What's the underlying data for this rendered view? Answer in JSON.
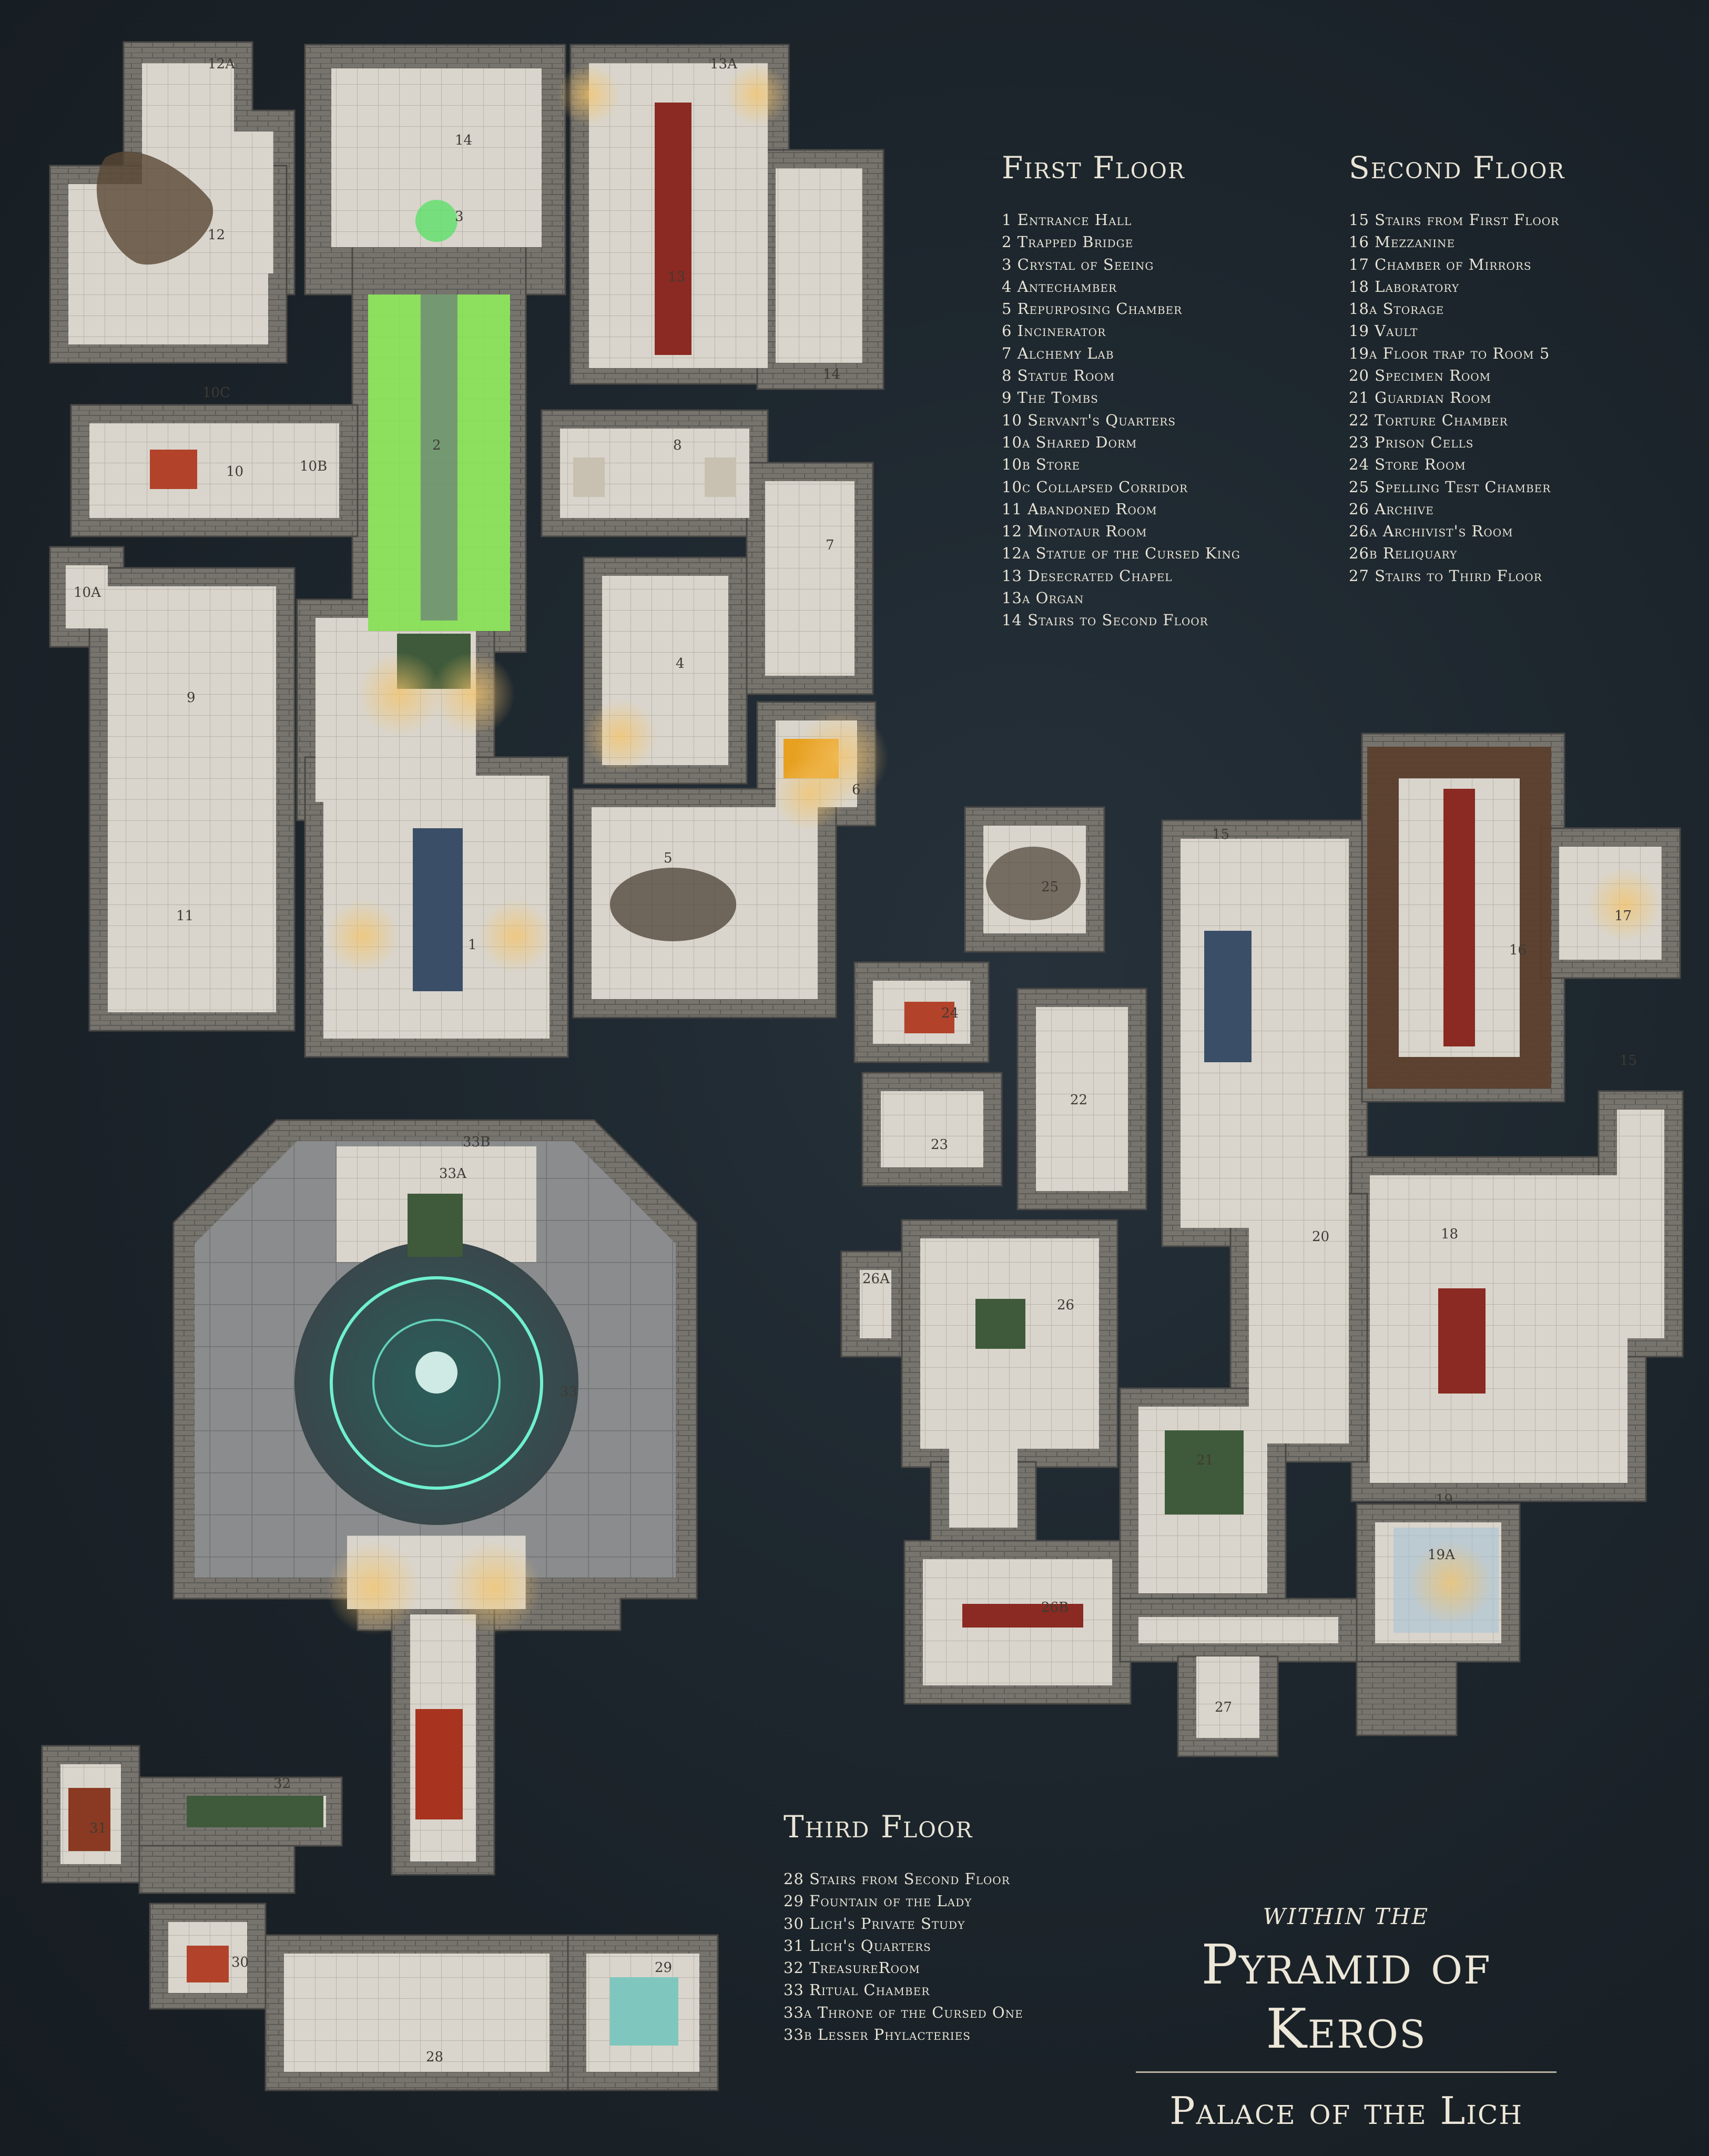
{
  "title": {
    "pre": "WITHIN THE",
    "main": "Pyramid of Keros",
    "sub": "Palace of the Lich"
  },
  "legends": {
    "first_floor": {
      "heading": "First Floor",
      "items": [
        "1 Entrance Hall",
        "2 Trapped Bridge",
        "3 Crystal of Seeing",
        "4 Antechamber",
        "5 Repurposing Chamber",
        "6 Incinerator",
        "7 Alchemy Lab",
        "8 Statue Room",
        "9 The Tombs",
        "10 Servant's Quarters",
        "10a Shared Dorm",
        "10b Store",
        "10c Collapsed Corridor",
        "11 Abandoned Room",
        "12 Minotaur Room",
        "12a Statue of the Cursed King",
        "13 Desecrated Chapel",
        "13a Organ",
        "14 Stairs to Second Floor"
      ]
    },
    "second_floor": {
      "heading": "Second Floor",
      "items": [
        "15 Stairs from First Floor",
        "16 Mezzanine",
        "17 Chamber of Mirrors",
        "18 Laboratory",
        "18a Storage",
        "19 Vault",
        "19a Floor trap to Room 5",
        "20 Specimen Room",
        "21 Guardian Room",
        "22 Torture Chamber",
        "23 Prison Cells",
        "24 Store Room",
        "25 Spelling Test Chamber",
        "26 Archive",
        "26a Archivist's Room",
        "26b Reliquary",
        "27 Stairs to Third Floor"
      ]
    },
    "third_floor": {
      "heading": "Third Floor",
      "items": [
        "28 Stairs from Second Floor",
        "29 Fountain of the Lady",
        "30 Lich's Private Study",
        "31 Lich's Quarters",
        "32 TreasureRoom",
        "33 Ritual Chamber",
        "33a Throne of the Cursed One",
        "33b Lesser Phylacteries"
      ]
    }
  },
  "room_labels": {
    "r1": "1",
    "r2": "2",
    "r3": "3",
    "r4": "4",
    "r5": "5",
    "r6": "6",
    "r7": "7",
    "r8": "8",
    "r9": "9",
    "r10": "10",
    "r10a": "10A",
    "r10b": "10B",
    "r10c": "10C",
    "r11": "11",
    "r12": "12",
    "r12a": "12A",
    "r13": "13",
    "r13a": "13A",
    "r14a": "14",
    "r14b": "14",
    "r15a": "15",
    "r15b": "15",
    "r16": "16",
    "r17": "17",
    "r18": "18",
    "r19": "19",
    "r19a": "19A",
    "r20": "20",
    "r21": "21",
    "r22": "22",
    "r23": "23",
    "r24": "24",
    "r25": "25",
    "r26": "26",
    "r26a": "26A",
    "r26b": "26B",
    "r27": "27",
    "r28": "28",
    "r29": "29",
    "r30": "30",
    "r31": "31",
    "r32": "32",
    "r33": "33",
    "r33a": "33A",
    "r33b": "33B"
  },
  "colors": {
    "background": "#1b2328",
    "wall": "#6f6d68",
    "floor": "#d8d4cb",
    "acid": "#7fe04a",
    "rune_glow": "#6ff0d0",
    "carpet": "#8a2a22",
    "legend_text": "#e9e4d6"
  }
}
